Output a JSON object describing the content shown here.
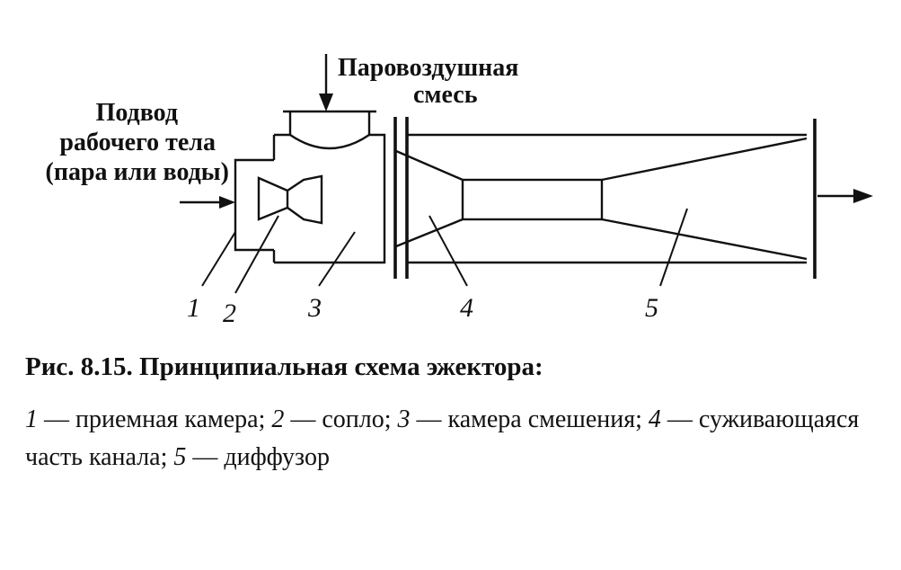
{
  "labels": {
    "steam_air_line1": "Паровоздушная",
    "steam_air_line2": "смесь",
    "supply_line1": "Подвод",
    "supply_line2": "рабочего тела",
    "supply_line3": "(пара или воды)"
  },
  "numbers": [
    "1",
    "2",
    "3",
    "4",
    "5"
  ],
  "caption": {
    "title": "Рис. 8.15. Принципиальная схема эжектора:",
    "legend": [
      {
        "num": "1",
        "text": " — приемная камера; "
      },
      {
        "num": "2",
        "text": " — сопло; "
      },
      {
        "num": "3",
        "text": " — камера смешения; "
      },
      {
        "num": "4",
        "text": " — суживающаяся часть канала; "
      },
      {
        "num": "5",
        "text": " — диффузор"
      }
    ]
  }
}
